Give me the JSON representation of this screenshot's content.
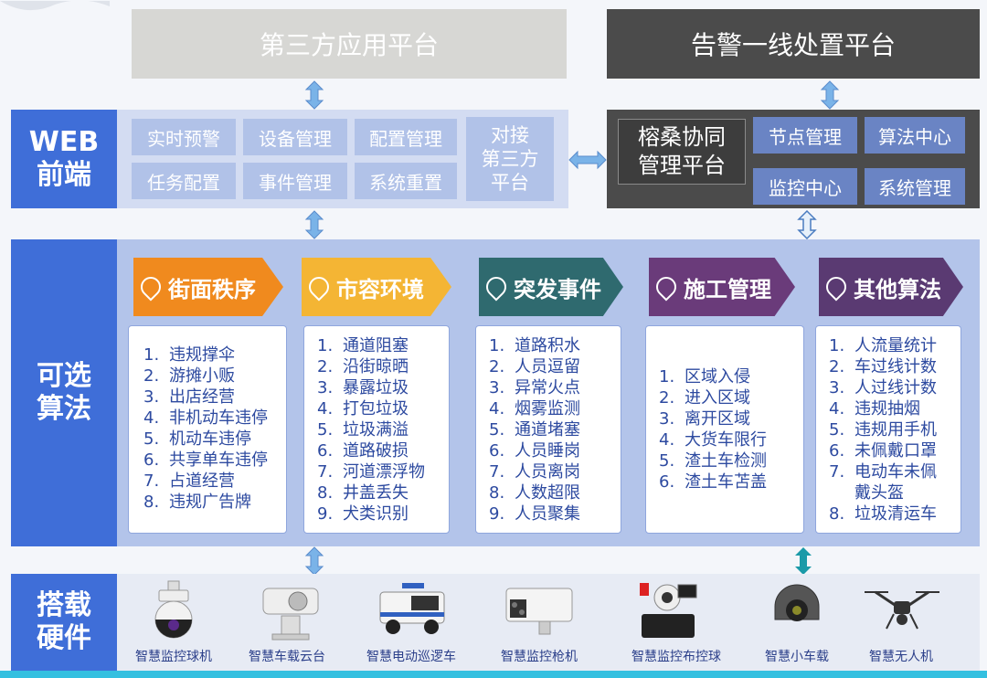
{
  "platforms": {
    "third_party": "第三方应用平台",
    "alarm": "告警一线处置平台"
  },
  "side_labels": {
    "web_line1": "WEB",
    "web_line2": "前端",
    "algo_line1": "可选",
    "algo_line2": "算法",
    "hw_line1": "搭载",
    "hw_line2": "硬件"
  },
  "web": {
    "buttons": [
      "实时预警",
      "设备管理",
      "配置管理",
      "任务配置",
      "事件管理",
      "系统重置"
    ],
    "dock_line1": "对接",
    "dock_line2": "第三方",
    "dock_line3": "平台"
  },
  "mgmt": {
    "title_line1": "榕桑协同",
    "title_line2": "管理平台",
    "buttons": [
      "节点管理",
      "算法中心",
      "监控中心",
      "系统管理"
    ]
  },
  "categories": [
    {
      "title": "街面秩序",
      "color": "#f08a1e",
      "items": [
        "违规撑伞",
        "游摊小贩",
        "出店经营",
        "非机动车违停",
        "机动车违停",
        "共享单车违停",
        "占道经营",
        "违规广告牌"
      ]
    },
    {
      "title": "市容环境",
      "color": "#f4b534",
      "items": [
        "通道阻塞",
        "沿街晾晒",
        "暴露垃圾",
        "打包垃圾",
        "垃圾满溢",
        "道路破损",
        "河道漂浮物",
        "井盖丢失",
        "犬类识别"
      ]
    },
    {
      "title": "突发事件",
      "color": "#2f6a6f",
      "items": [
        "道路积水",
        "人员逗留",
        "异常火点",
        "烟雾监测",
        "通道堵塞",
        "人员睡岗",
        "人员离岗",
        "人数超限",
        "人员聚集"
      ]
    },
    {
      "title": "施工管理",
      "color": "#6a3b7a",
      "items": [
        "区域入侵",
        "进入区域",
        "离开区域",
        "大货车限行",
        "渣土车检测",
        "渣土车苫盖"
      ]
    },
    {
      "title": "其他算法",
      "color": "#5a3a72",
      "items": [
        "人流量统计",
        "车过线计数",
        "人过线计数",
        "违规抽烟",
        "违规用手机",
        "未佩戴口罩",
        "电动车未佩",
        "戴头盔",
        "垃圾清运车"
      ]
    }
  ],
  "hardware": [
    "智慧监控球机",
    "智慧车载云台",
    "智慧电动巡逻车",
    "智慧监控枪机",
    "智慧监控布控球",
    "智慧小车载",
    "智慧无人机"
  ],
  "colors": {
    "side_blue": "#3f6ed8",
    "arrow": "#6fa8e0",
    "teal_arrow": "#1a9aa8"
  }
}
